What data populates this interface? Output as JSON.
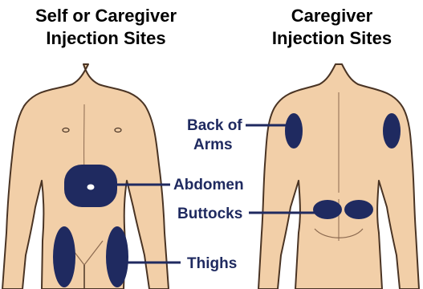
{
  "headings": {
    "left": {
      "line1": "Self or Caregiver",
      "line2": "Injection Sites"
    },
    "right": {
      "line1": "Caregiver",
      "line2": "Injection Sites"
    }
  },
  "labels": {
    "back_of_arms_line1": "Back of",
    "back_of_arms_line2": "Arms",
    "abdomen": "Abdomen",
    "buttocks": "Buttocks",
    "thighs": "Thighs"
  },
  "colors": {
    "skin": "#f2cfa8",
    "outline": "#4a3424",
    "site_fill": "#1f2a60",
    "text": "#000000"
  }
}
